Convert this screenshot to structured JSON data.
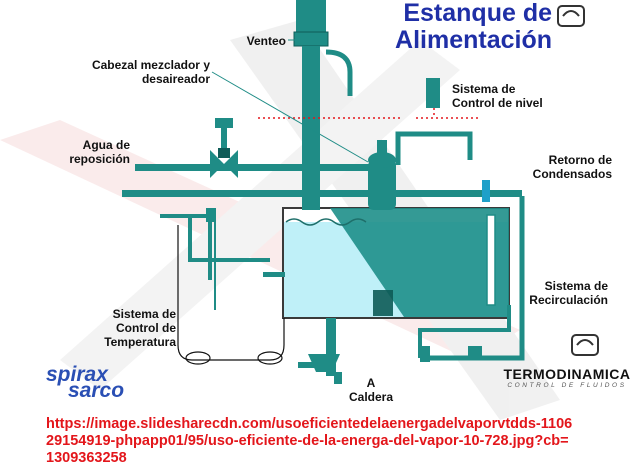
{
  "title": {
    "line1": "Estanque de",
    "line2": "Alimentación"
  },
  "labels": {
    "venteo": "Venteo",
    "cabezal_line1": "Cabezal mezclador y",
    "cabezal_line2": "desaireador",
    "agua_line1": "Agua de",
    "agua_line2": "reposición",
    "nivel_line1": "Sistema de",
    "nivel_line2": "Control de nivel",
    "retorno_line1": "Retorno de",
    "retorno_line2": "Condensados",
    "recirc_line1": "Sistema de",
    "recirc_line2": "Recirculación",
    "temp_line1": "Sistema de",
    "temp_line2": "Control de",
    "temp_line3": "Temperatura",
    "caldera_line1": "A",
    "caldera_line2": "Caldera"
  },
  "brands": {
    "spirax_1": "spirax",
    "spirax_2": "sarco",
    "termo": "TERMODINAMICA",
    "termo_sub": "CONTROL DE FLUIDOS"
  },
  "source_url": {
    "line1": "https://image.slidesharecdn.com/usoeficientedelaenergadelvaporvtdds-1106",
    "line2": "29154919-phpapp01/95/uso-eficiente-de-la-energa-del-vapor-10-728.jpg?cb=",
    "line3": "1309363258"
  },
  "colors": {
    "pipe": "#1f8c86",
    "water": "#bff0f8",
    "water_dark": "#1e8f8a",
    "title": "#1f2fa6",
    "url": "#e3161b"
  }
}
